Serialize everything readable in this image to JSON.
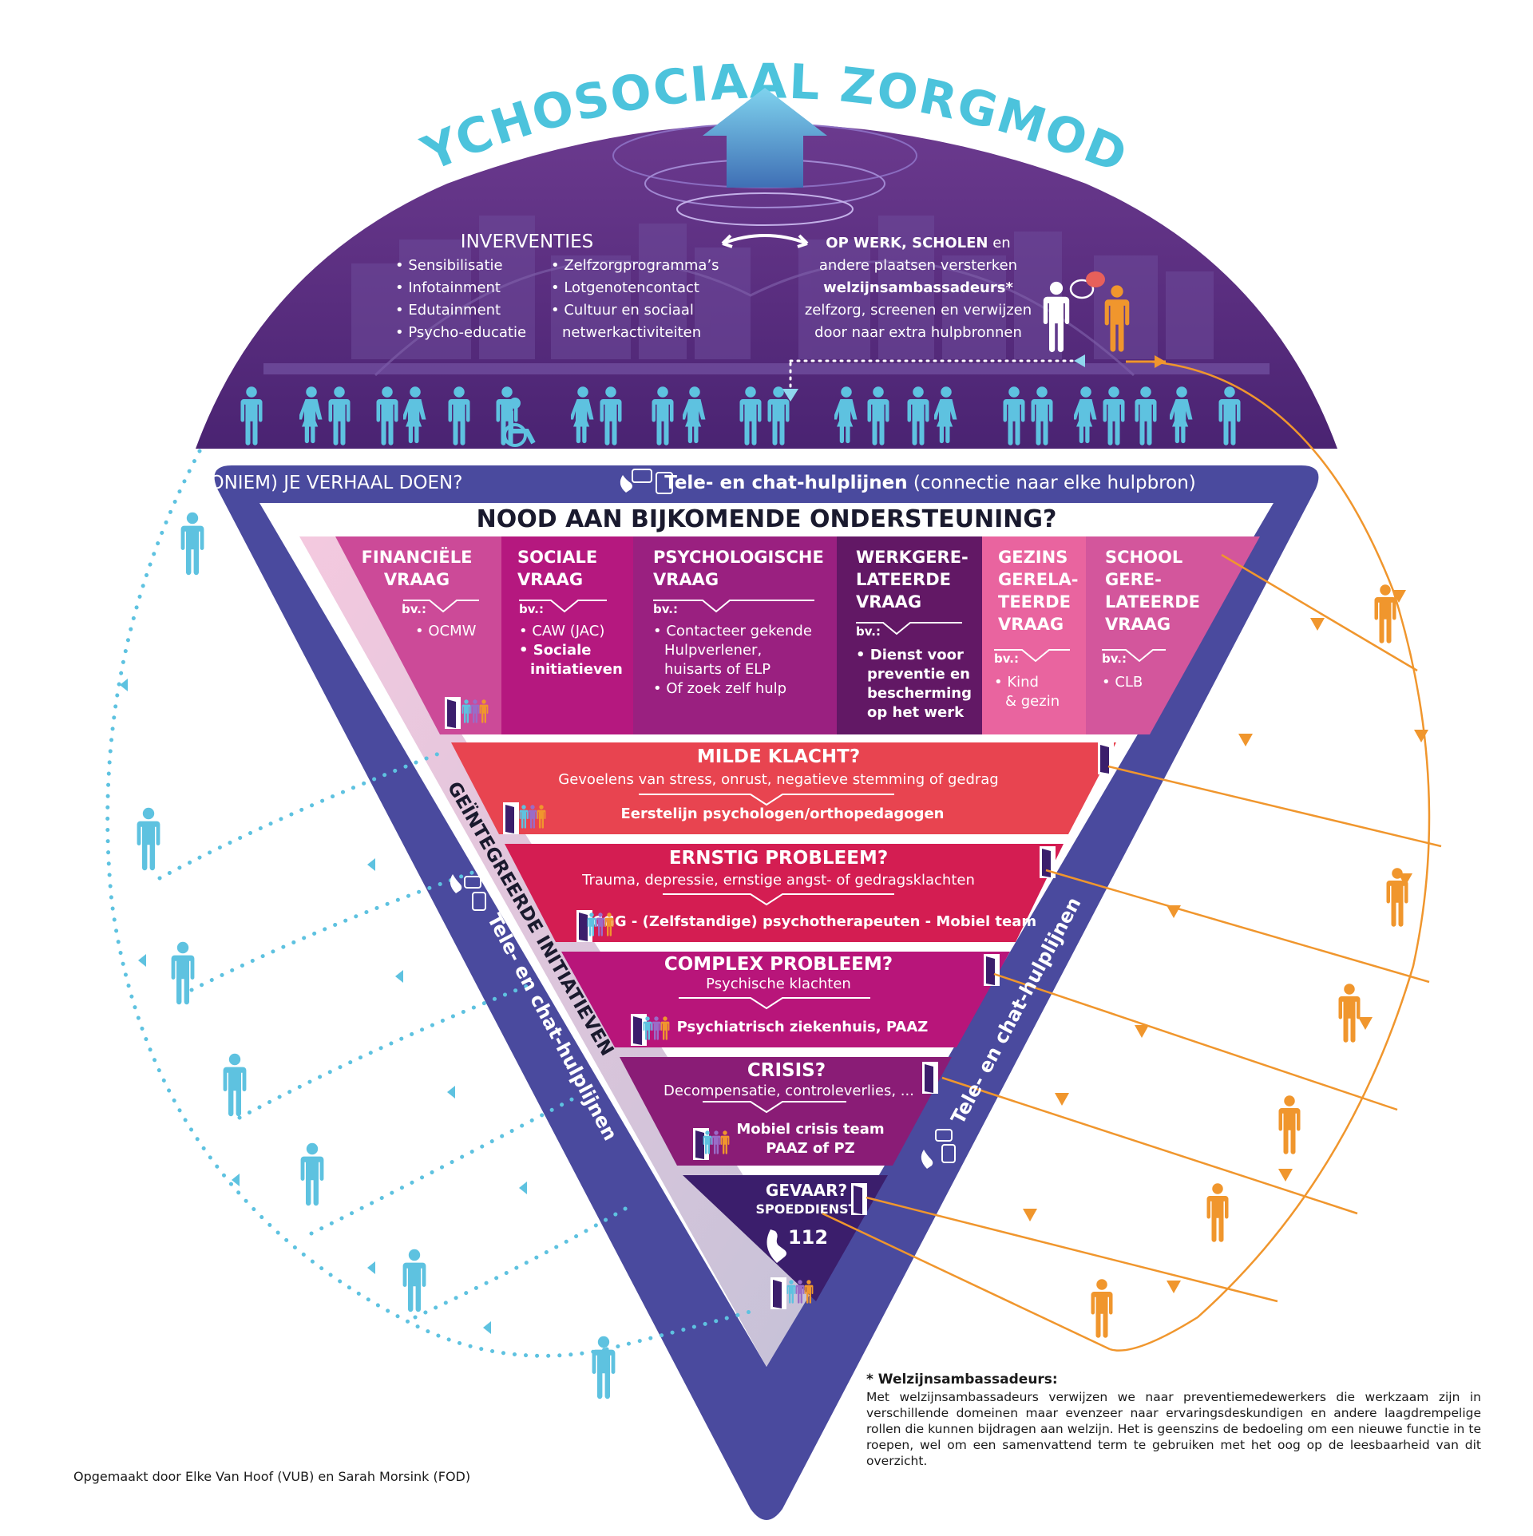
{
  "title": "PSYCHOSOCIAAL ZORGMODEL",
  "colors": {
    "title": "#4cc3dc",
    "dome": "#5a2a7c",
    "frame": "#4a4a9e",
    "people": "#5ec2e0",
    "ambassador": "#f0962d",
    "fin": "#cc4a98",
    "soc": "#b5187f",
    "psy": "#9a2080",
    "work": "#621865",
    "fam": "#e9649f",
    "school": "#d3569c",
    "mild": "#e84450",
    "serious": "#d41d52",
    "complex": "#b8157a",
    "crisis": "#8a1c76",
    "danger": "#3b1e6c",
    "integrated_band": "#efc3dc"
  },
  "interventions": {
    "title": "INVERVENTIES",
    "col1": [
      "• Sensibilisatie",
      "• Infotainment",
      "• Edutainment",
      "• Psycho-educatie"
    ],
    "col2": [
      "• Zelfzorgprogramma’s",
      "• Lotgenotencontact",
      "• Cultuur en sociaal",
      "netwerkactiviteiten"
    ]
  },
  "workplace": {
    "line1_bold": "OP WERK, SCHOLEN",
    "line1_rest": " en",
    "line2": "andere plaatsen versterken",
    "line3_bold": "welzijnsambassadeurs*",
    "line4": "zelfzorg, screenen en verwijzen",
    "line5": "door naar extra hulpbronnen"
  },
  "helpline": {
    "left": "(ANONIEM) JE VERHAAL DOEN?",
    "bold": "Tele- en chat-hulplijnen",
    "rest": "(connectie naar elke hulpbron)"
  },
  "support_heading": "NOOD AAN BIJKOMENDE ONDERSTEUNING?",
  "questions": {
    "fin": {
      "title": [
        "FINANCIËLE",
        "VRAAG"
      ],
      "bv": "bv.:",
      "items": [
        "• OCMW"
      ]
    },
    "soc": {
      "title": [
        "SOCIALE",
        "VRAAG"
      ],
      "bv": "bv.:",
      "items": [
        "• CAW (JAC)",
        "• Sociale",
        "initiatieven"
      ]
    },
    "psy": {
      "title": [
        "PSYCHOLOGISCHE",
        "VRAAG"
      ],
      "bv": "bv.:",
      "items": [
        "• Contacteer gekende",
        "Hulpverlener,",
        "huisarts of ELP",
        "• Of zoek zelf hulp"
      ]
    },
    "work": {
      "title": [
        "WERKGERE-",
        "LATEERDE",
        "VRAAG"
      ],
      "bv": "bv.:",
      "items": [
        "• Dienst voor",
        "preventie en",
        "bescherming",
        "op het werk"
      ]
    },
    "fam": {
      "title": [
        "GEZINS",
        "GERELA-",
        "TEERDE",
        "VRAAG"
      ],
      "bv": "bv.:",
      "items": [
        "• Kind",
        "& gezin"
      ]
    },
    "school": {
      "title": [
        "SCHOOL",
        "GERE-",
        "LATEERDE",
        "VRAAG"
      ],
      "bv": "bv.:",
      "items": [
        "• CLB"
      ]
    }
  },
  "tiers": {
    "mild": {
      "title": "MILDE KLACHT?",
      "desc": "Gevoelens van stress, onrust, negatieve stemming of gedrag",
      "help": "Eerstelijn psychologen/orthopedagogen"
    },
    "serious": {
      "title": "ERNSTIG PROBLEEM?",
      "desc": "Trauma, depressie, ernstige angst- of gedragsklachten",
      "help": "CGG - (Zelfstandige) psychotherapeuten - Mobiel team"
    },
    "complex": {
      "title": "COMPLEX PROBLEEM?",
      "desc": "Psychische klachten",
      "help": "Psychiatrisch ziekenhuis, PAAZ"
    },
    "crisis": {
      "title": "CRISIS?",
      "desc": "Decompensatie, controleverlies, ...",
      "help1": "Mobiel crisis team",
      "help2": "PAAZ of PZ"
    },
    "danger": {
      "title": "GEVAAR?",
      "sub": "SPOEDDIENST",
      "number": "112"
    }
  },
  "side_labels": {
    "integrated": "GEÏNTEGREERDE INITIATIEVEN",
    "helpline_left": "Tele- en chat-hulplijnen",
    "helpline_right": "Tele- en chat-hulplijnen"
  },
  "footnote": {
    "title": "* Welzijnsambassadeurs:",
    "body": "Met welzijnsambassadeurs verwijzen we naar preventiemedewerkers die werkzaam zijn in verschillende domeinen maar evenzeer naar ervaringsdeskundigen en andere laagdrempelige rollen die kunnen bijdragen aan welzijn. Het is geenszins de bedoeling om een nieuwe functie in te roepen, wel om een samenvattend term te gebruiken met het oog op de leesbaarheid van dit overzicht."
  },
  "credit": "Opgemaakt door Elke Van Hoof (VUB) en Sarah Morsink (FOD)"
}
